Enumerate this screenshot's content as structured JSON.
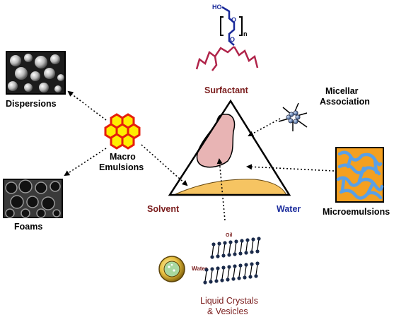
{
  "molecule": {
    "ho": "HO",
    "o_upper": "O",
    "o_lower": "O",
    "repeat": "n"
  },
  "labels": {
    "dispersions": "Dispersions",
    "foams": "Foams",
    "macro_line1": "Macro",
    "macro_line2": "Emulsions",
    "surfactant": "Surfactant",
    "solvent": "Solvent",
    "water": "Water",
    "micellar_line1": "Micellar",
    "micellar_line2": "Association",
    "microemulsions": "Microemulsions",
    "lc_line1": "Liquid Crystals",
    "lc_line2": "& Vesicles",
    "oil": "Oil",
    "lc_water": "Water"
  },
  "colors": {
    "surfactant_text": "#7a1c1c",
    "solvent_text": "#7a1c1c",
    "water_text": "#1a2b9c",
    "molecule_head": "#1a2a9a",
    "molecule_tail": "#b0244a",
    "phase_region": "#e8b4b4",
    "solvent_region": "#f6c462",
    "honeycomb_fill": "#ffee00",
    "honeycomb_edge": "#e61e0c",
    "micro_water": "#5aa0e6",
    "micro_oil": "#f4a020"
  }
}
